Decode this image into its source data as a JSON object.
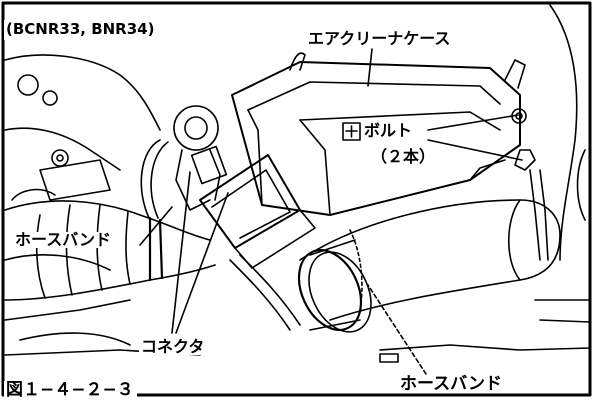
{
  "labels": {
    "model": "(BCNR33, BNR34)",
    "air_cleaner_case": "エアクリーナケース",
    "bolt": "ボルト",
    "bolt_count": "（２本）",
    "hose_band_left": "ホースバンド",
    "connector": "コネクタ",
    "hose_band_bottom": "ホースバンド",
    "figure_number": "図１−４−２−３"
  },
  "colors": {
    "line": "#000000",
    "background": "#ffffff"
  }
}
